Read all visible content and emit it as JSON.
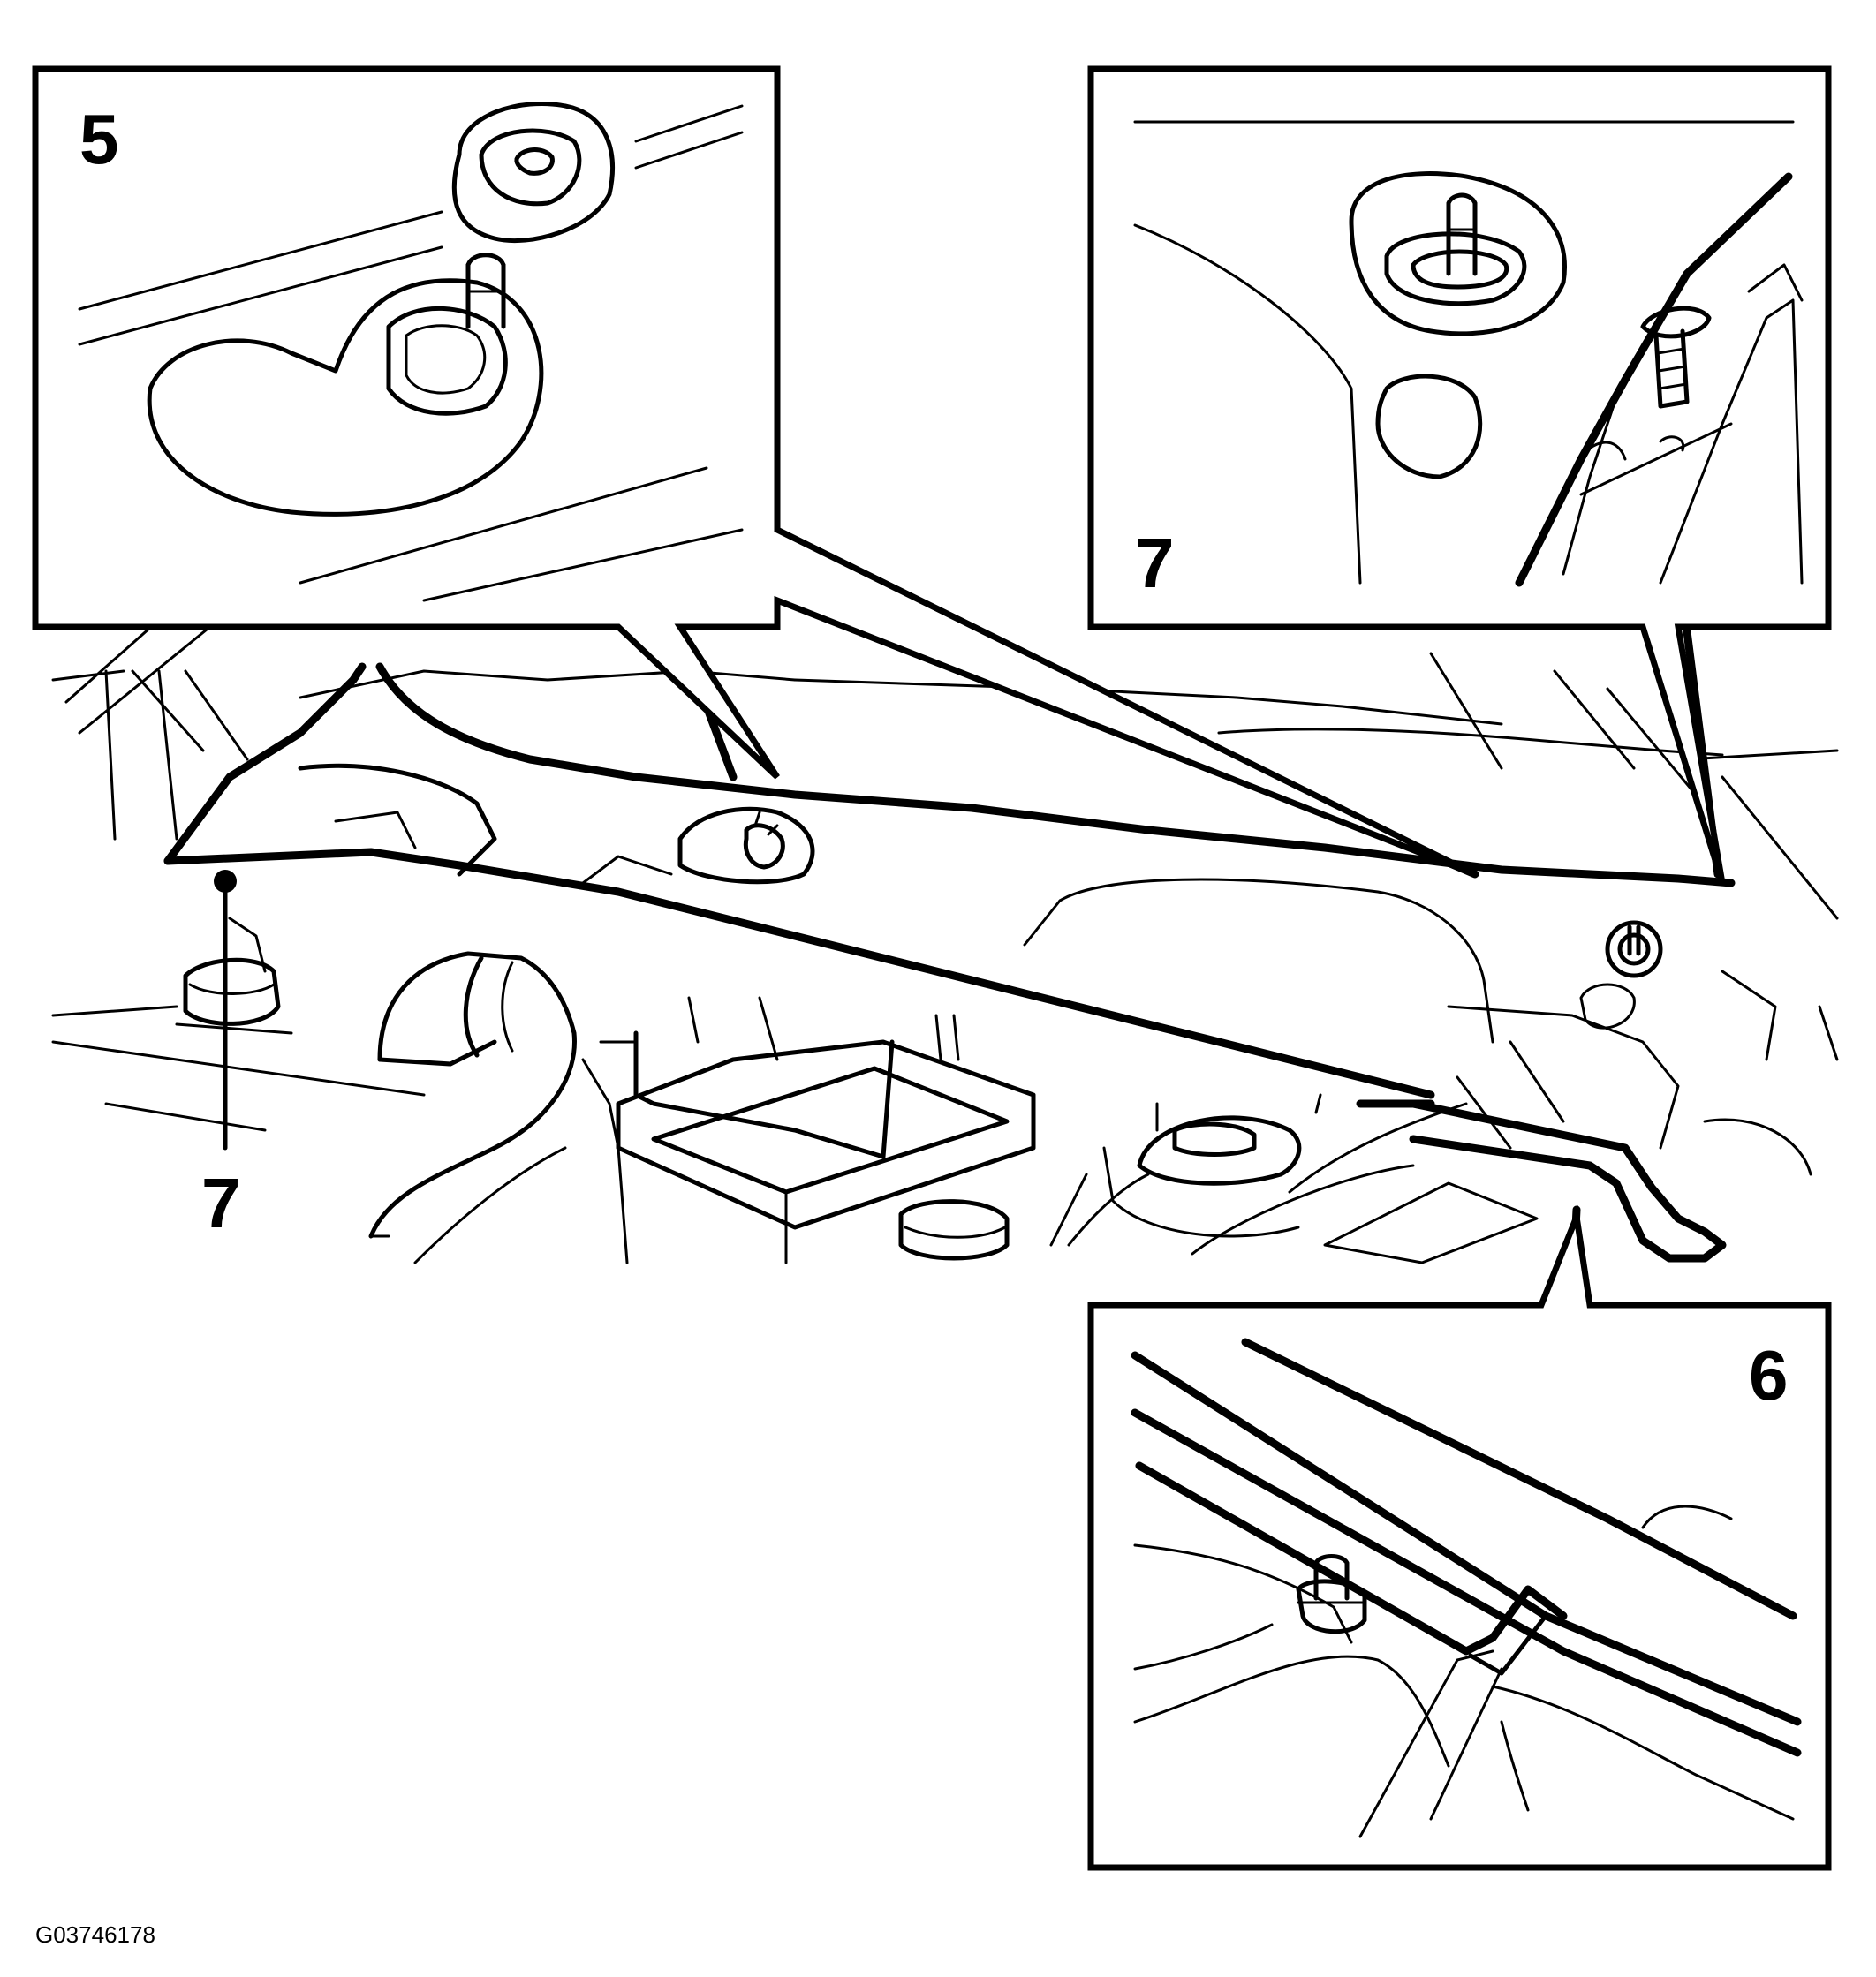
{
  "figure": {
    "reference_code": "G03746178",
    "callouts": {
      "detail_5": "5",
      "detail_7": "7",
      "detail_6": "6",
      "main_7": "7"
    }
  },
  "colors": {
    "ink": "#000000",
    "paper": "#ffffff"
  }
}
